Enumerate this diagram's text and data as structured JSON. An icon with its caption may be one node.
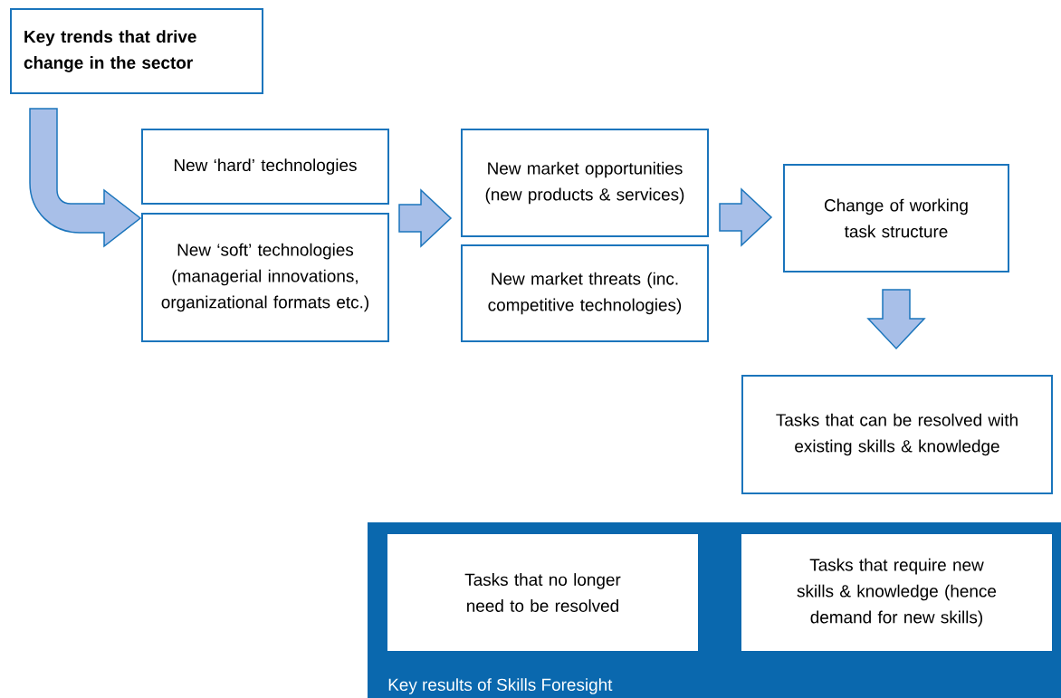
{
  "diagram": {
    "nodes": [
      {
        "text": [
          "Key trends that drive change in the sector"
        ]
      },
      {
        "text": [
          "New ‘hard’ technologies"
        ]
      },
      {
        "text": [
          "New ‘soft’ technologies (managerial innovations, organizational formats etc.)"
        ]
      },
      {
        "text": [
          "New market opportunities (new products & services)"
        ]
      },
      {
        "text": [
          "New market threats (inc. competitive technologies)"
        ]
      },
      {
        "text": [
          "Change of working task structure"
        ]
      },
      {
        "text": [
          "Tasks that can be resolved with existing skills & knowledge"
        ]
      },
      {
        "text": [
          "Key results of Skills Foresight"
        ]
      },
      {
        "text": [
          "Tasks that no longer need to be resolved"
        ],
        "in": 7
      },
      {
        "text": [
          "Tasks that require new skills & knowledge (hence demand for new skills)"
        ],
        "in": 7
      }
    ],
    "edges": [
      {
        "from": 0,
        "to": 1,
        "arrow": "to"
      },
      {
        "from": 0,
        "to": 2,
        "arrow": "to"
      },
      {
        "from": 1,
        "to": 3,
        "arrow": "to"
      },
      {
        "from": 1,
        "to": 4,
        "arrow": "to"
      },
      {
        "from": 2,
        "to": 3,
        "arrow": "to"
      },
      {
        "from": 2,
        "to": 4,
        "arrow": "to"
      },
      {
        "from": 3,
        "to": 5,
        "arrow": "to"
      },
      {
        "from": 4,
        "to": 5,
        "arrow": "to"
      },
      {
        "from": 5,
        "to": 6,
        "arrow": "to"
      }
    ]
  }
}
